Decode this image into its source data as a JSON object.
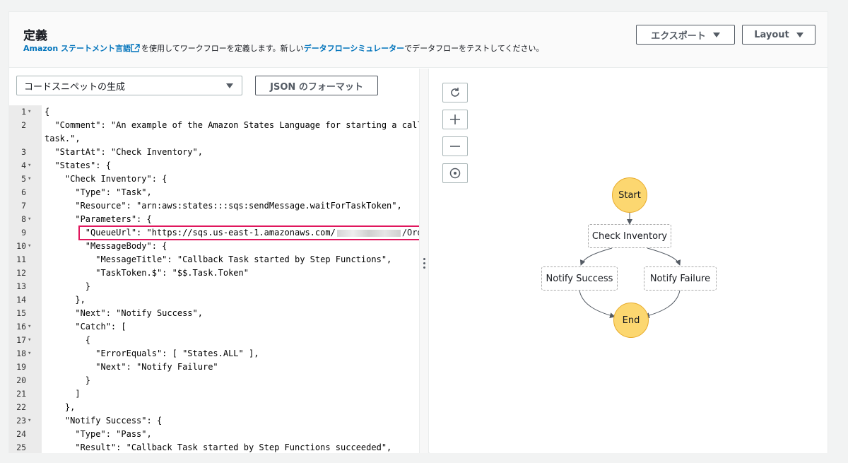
{
  "header": {
    "title": "定義",
    "desc_link1": "Amazon ステートメント言語",
    "desc_text1": "を使用してワークフローを定義します。新しい",
    "desc_link2": "データフローシミュレーター",
    "desc_text2": "でデータフローをテストしてください。",
    "export_label": "エクスポート",
    "layout_label": "Layout"
  },
  "editor": {
    "snippet_select": "コードスニペットの生成",
    "format_button": "JSON のフォーマット",
    "lines": [
      {
        "n": "1",
        "fold": true,
        "text": "{"
      },
      {
        "n": "2",
        "fold": false,
        "text": "  \"Comment\": \"An example of the Amazon States Language for starting a callbac"
      },
      {
        "n": "",
        "fold": false,
        "text": "task.\","
      },
      {
        "n": "3",
        "fold": false,
        "text": "  \"StartAt\": \"Check Inventory\","
      },
      {
        "n": "4",
        "fold": true,
        "text": "  \"States\": {"
      },
      {
        "n": "5",
        "fold": true,
        "text": "    \"Check Inventory\": {"
      },
      {
        "n": "6",
        "fold": false,
        "text": "      \"Type\": \"Task\","
      },
      {
        "n": "7",
        "fold": false,
        "text": "      \"Resource\": \"arn:aws:states:::sqs:sendMessage.waitForTaskToken\","
      },
      {
        "n": "8",
        "fold": true,
        "text": "      \"Parameters\": {"
      },
      {
        "n": "9",
        "fold": false,
        "text": "        \"QueueUrl\": \"https://sqs.us-east-1.amazonaws.com/"
      },
      {
        "n": "10",
        "fold": true,
        "text": "        \"MessageBody\": {"
      },
      {
        "n": "11",
        "fold": false,
        "text": "          \"MessageTitle\": \"Callback Task started by Step Functions\","
      },
      {
        "n": "12",
        "fold": false,
        "text": "          \"TaskToken.$\": \"$$.Task.Token\""
      },
      {
        "n": "13",
        "fold": false,
        "text": "        }"
      },
      {
        "n": "14",
        "fold": false,
        "text": "      },"
      },
      {
        "n": "15",
        "fold": false,
        "text": "      \"Next\": \"Notify Success\","
      },
      {
        "n": "16",
        "fold": true,
        "text": "      \"Catch\": ["
      },
      {
        "n": "17",
        "fold": true,
        "text": "        {"
      },
      {
        "n": "18",
        "fold": true,
        "text": "          \"ErrorEquals\": [ \"States.ALL\" ],"
      },
      {
        "n": "19",
        "fold": false,
        "text": "          \"Next\": \"Notify Failure\""
      },
      {
        "n": "20",
        "fold": false,
        "text": "        }"
      },
      {
        "n": "21",
        "fold": false,
        "text": "      ]"
      },
      {
        "n": "22",
        "fold": false,
        "text": "    },"
      },
      {
        "n": "23",
        "fold": true,
        "text": "    \"Notify Success\": {"
      },
      {
        "n": "24",
        "fold": false,
        "text": "      \"Type\": \"Pass\","
      },
      {
        "n": "25",
        "fold": false,
        "text": "      \"Result\": \"Callback Task started by Step Functions succeeded\","
      }
    ],
    "line9_suffix": "/Orders\""
  },
  "graph": {
    "controls": [
      "refresh-icon",
      "zoom-in-icon",
      "zoom-out-icon",
      "center-icon"
    ],
    "nodes": {
      "start": "Start",
      "check": "Check Inventory",
      "success": "Notify Success",
      "failure": "Notify Failure",
      "end": "End"
    }
  },
  "colors": {
    "link": "#0073bb",
    "highlight": "#e0165d",
    "terminal_node": "#fcd770"
  }
}
